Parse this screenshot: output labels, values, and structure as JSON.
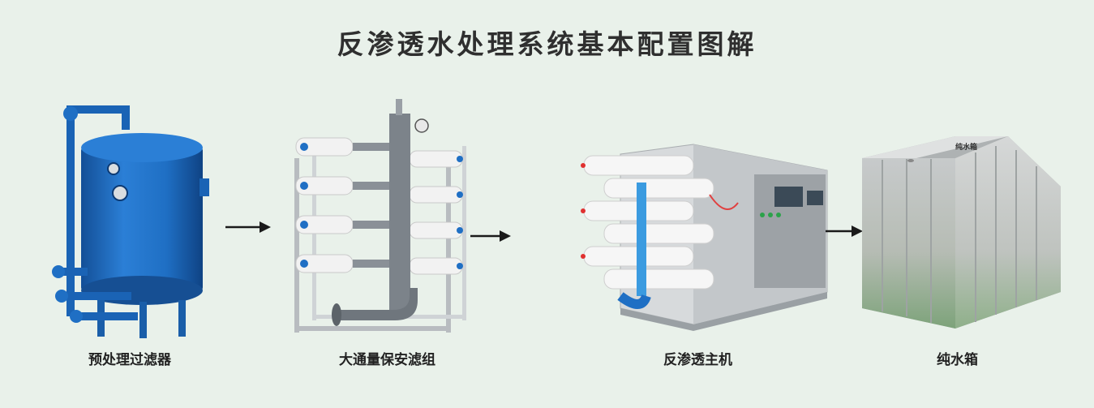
{
  "title": "反渗透水处理系统基本配置图解",
  "stages": [
    {
      "label": "预处理过滤器",
      "icon": "pressure-vessel-icon"
    },
    {
      "label": "大通量保安滤组",
      "icon": "cartridge-filter-rack-icon"
    },
    {
      "label": "反渗透主机",
      "icon": "ro-main-unit-icon"
    },
    {
      "label": "纯水箱",
      "icon": "pure-water-tank-icon"
    }
  ],
  "tank_label": "纯水箱",
  "colors": {
    "background": "#e9f1ea",
    "vessel_blue": "#1f6fc4",
    "steel": "#c9cdd0",
    "pipe_grey": "#8a9097",
    "membrane_white": "#f4f4f4",
    "arrow": "#1a1a1a"
  }
}
